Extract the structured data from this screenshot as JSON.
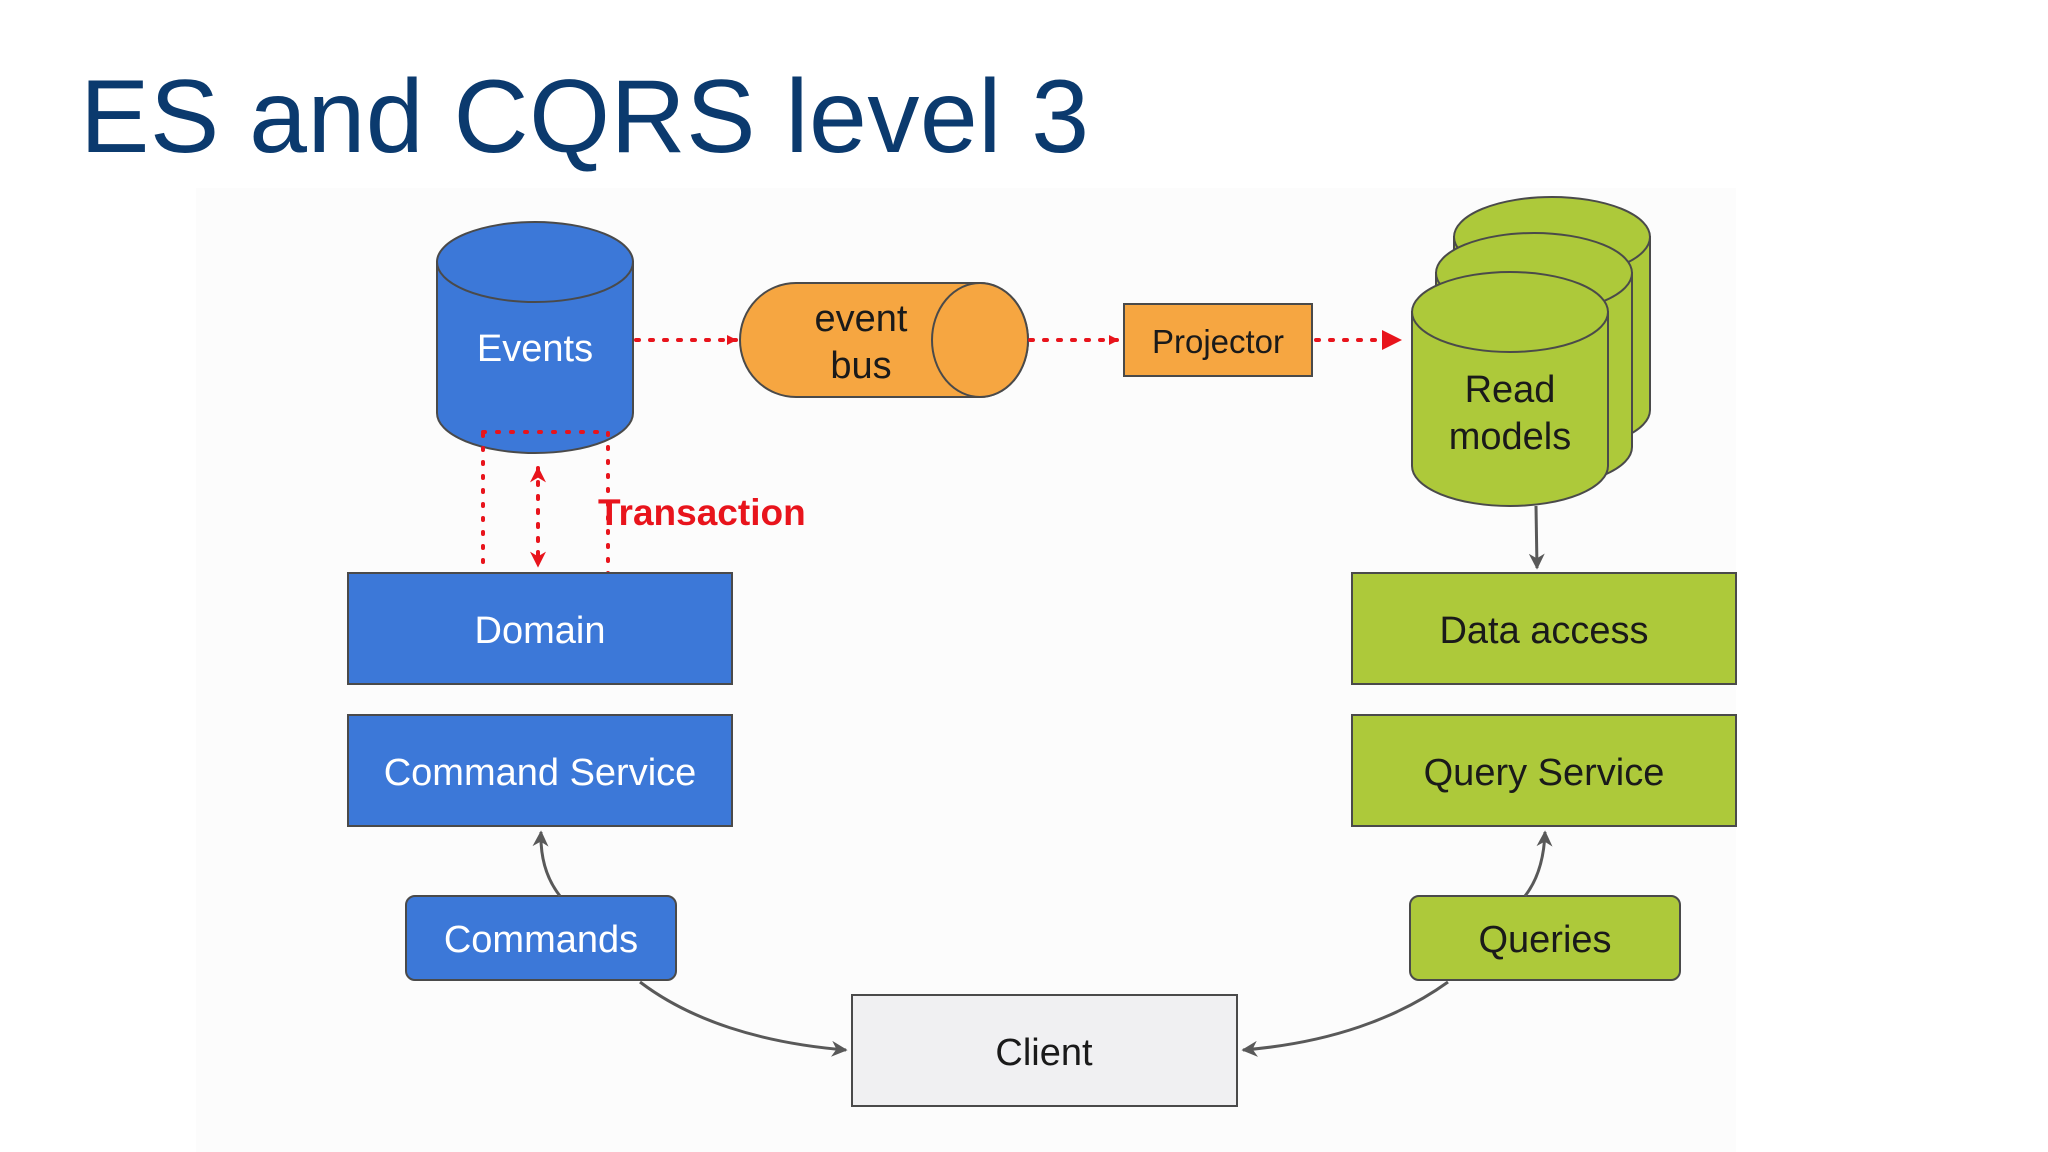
{
  "slide": {
    "title": "ES and CQRS level 3"
  },
  "diagram": {
    "nodes": {
      "events": "Events",
      "event_bus_line1": "event",
      "event_bus_line2": "bus",
      "projector": "Projector",
      "read_models_line1": "Read",
      "read_models_line2": "models",
      "domain": "Domain",
      "command_service": "Command Service",
      "commands": "Commands",
      "client": "Client",
      "queries": "Queries",
      "query_service": "Query Service",
      "data_access": "Data access"
    },
    "annotations": {
      "transaction": "Transaction"
    }
  },
  "colors": {
    "title": "#0b3a6e",
    "write_side_blue": "#3c78d8",
    "event_bus_orange": "#f6a641",
    "read_side_green": "#adc93a",
    "client_gray": "#f0f0f2",
    "flow_red": "#e8141c",
    "arrow_gray": "#595959"
  }
}
